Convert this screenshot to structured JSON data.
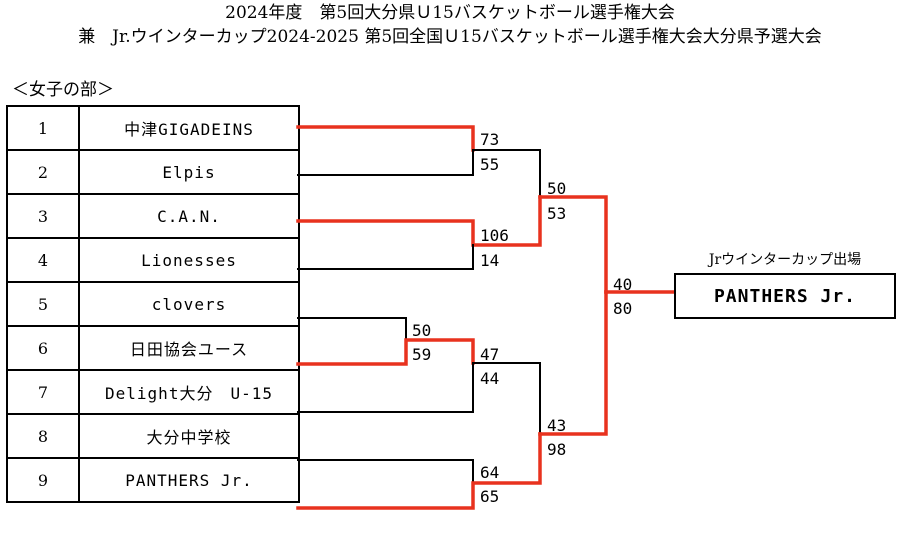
{
  "header": {
    "title_line1": "2024年度　第5回大分県Ｕ15バスケットボール選手権大会",
    "title_line2": "兼　Jr.ウインターカップ2024-2025 第5回全国Ｕ15バスケットボール選手権大会大分県予選大会",
    "division": "＜女子の部＞"
  },
  "teams": [
    {
      "seed": "1",
      "name": "中津GIGADEINS"
    },
    {
      "seed": "2",
      "name": "Elpis"
    },
    {
      "seed": "3",
      "name": "C.A.N."
    },
    {
      "seed": "4",
      "name": "Lionesses"
    },
    {
      "seed": "5",
      "name": "clovers"
    },
    {
      "seed": "6",
      "name": "日田協会ユース"
    },
    {
      "seed": "7",
      "name": "Delight大分　U-15"
    },
    {
      "seed": "8",
      "name": "大分中学校"
    },
    {
      "seed": "9",
      "name": "PANTHERS Jr."
    }
  ],
  "scores": {
    "r1_1v2_top": "73",
    "r1_1v2_bottom": "55",
    "r1_3v4_top": "106",
    "r1_3v4_bottom": "14",
    "r1_5v6_top": "50",
    "r1_5v6_bottom": "59",
    "r2_w56v7_top": "47",
    "r2_w56v7_bottom": "44",
    "r1_8v9_top": "64",
    "r1_8v9_bottom": "65",
    "sf_upper_top": "50",
    "sf_upper_bottom": "53",
    "sf_lower_top": "43",
    "sf_lower_bottom": "98",
    "final_top": "40",
    "final_bottom": "80"
  },
  "result": {
    "label": "Jrウインターカップ出場",
    "champion": "PANTHERS Jr."
  },
  "colors": {
    "winner_line": "#e8321e",
    "loser_line": "#000000"
  }
}
